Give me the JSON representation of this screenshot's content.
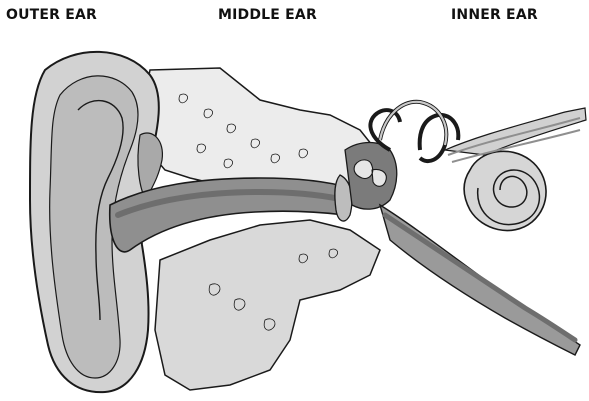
{
  "labels": {
    "outer": "OUTER EAR",
    "middle": "MIDDLE EAR",
    "inner": "INNER EAR"
  },
  "colors": {
    "outline": "#1a1a1a",
    "light_fill": "#e9e9e9",
    "mid_fill": "#c9c9c9",
    "dark_fill": "#8f8f8f",
    "darker_fill": "#6e6e6e",
    "white": "#ffffff"
  }
}
